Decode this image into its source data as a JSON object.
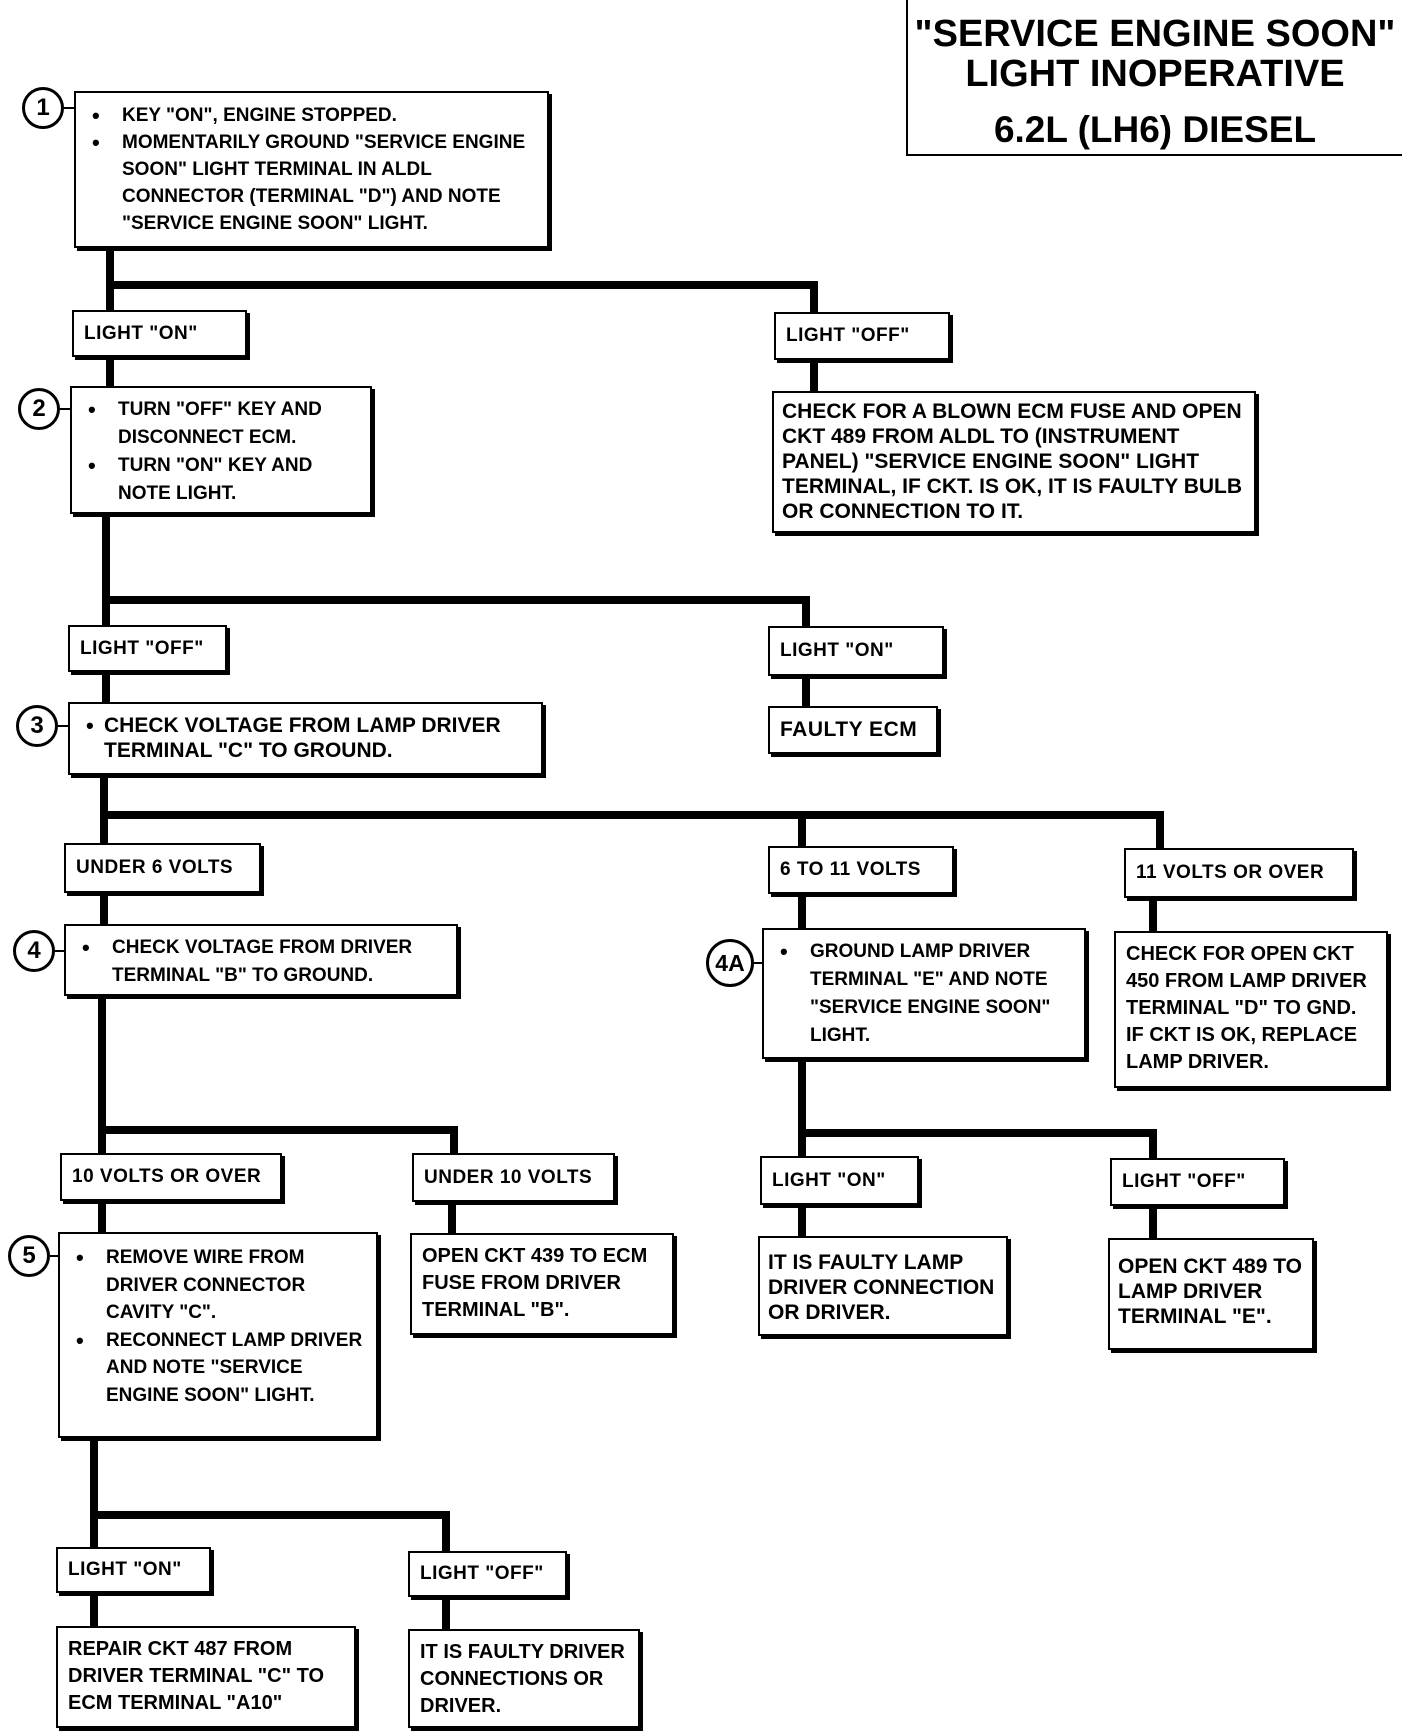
{
  "title": {
    "line1": "\"SERVICE ENGINE SOON\"",
    "line2": "LIGHT INOPERATIVE",
    "line3": "6.2L (LH6) DIESEL"
  },
  "steps": {
    "s1": {
      "number": "1",
      "bullets": [
        "KEY \"ON\", ENGINE STOPPED.",
        "MOMENTARILY GROUND \"SERVICE ENGINE SOON\" LIGHT TERMINAL IN ALDL CONNECTOR (TERMINAL \"D\") AND NOTE \"SERVICE ENGINE SOON\" LIGHT."
      ]
    },
    "s2": {
      "number": "2",
      "bullets": [
        "TURN \"OFF\" KEY AND DISCONNECT ECM.",
        "TURN \"ON\" KEY AND NOTE LIGHT."
      ]
    },
    "s3": {
      "number": "3",
      "bullets": [
        "CHECK VOLTAGE FROM LAMP DRIVER TERMINAL \"C\" TO GROUND."
      ]
    },
    "s4": {
      "number": "4",
      "bullets": [
        "CHECK VOLTAGE FROM DRIVER TERMINAL \"B\" TO GROUND."
      ]
    },
    "s4a": {
      "number": "4A",
      "bullets": [
        "GROUND LAMP DRIVER TERMINAL \"E\" AND NOTE \"SERVICE ENGINE SOON\" LIGHT."
      ]
    },
    "s5": {
      "number": "5",
      "bullets": [
        "REMOVE WIRE FROM DRIVER CONNECTOR CAVITY \"C\".",
        "RECONNECT LAMP DRIVER AND NOTE \"SERVICE ENGINE SOON\" LIGHT."
      ]
    }
  },
  "labels": {
    "l1_on": "LIGHT \"ON\"",
    "l1_off": "LIGHT \"OFF\"",
    "l2_off": "LIGHT \"OFF\"",
    "l2_on": "LIGHT \"ON\"",
    "l3_under6": "UNDER 6 VOLTS",
    "l3_6to11": "6 TO 11 VOLTS",
    "l3_11over": "11 VOLTS OR OVER",
    "l4_10over": "10 VOLTS OR OVER",
    "l4_under10": "UNDER 10 VOLTS",
    "l4a_on": "LIGHT \"ON\"",
    "l4a_off": "LIGHT \"OFF\"",
    "l5_on": "LIGHT \"ON\"",
    "l5_off": "LIGHT \"OFF\""
  },
  "results": {
    "blown_fuse": "CHECK FOR A BLOWN ECM FUSE AND OPEN CKT 489 FROM ALDL TO (INSTRUMENT PANEL) \"SERVICE ENGINE SOON\" LIGHT TERMINAL, IF CKT. IS OK, IT IS FAULTY BULB OR CONNECTION TO IT.",
    "faulty_ecm": "FAULTY ECM",
    "ckt450": "CHECK FOR OPEN CKT 450 FROM LAMP DRIVER TERMINAL \"D\" TO GND. IF CKT IS OK, REPLACE LAMP DRIVER.",
    "ckt439": "OPEN CKT 439 TO ECM FUSE FROM DRIVER TERMINAL \"B\".",
    "faulty_lamp_driver": "IT IS FAULTY LAMP DRIVER CONNECTION OR DRIVER.",
    "ckt489": "OPEN CKT 489 TO LAMP DRIVER TERMINAL \"E\".",
    "ckt487": "REPAIR CKT 487 FROM DRIVER TERMINAL \"C\" TO ECM TERMINAL \"A10\"",
    "faulty_driver": "IT IS FAULTY DRIVER CONNECTIONS OR DRIVER."
  }
}
